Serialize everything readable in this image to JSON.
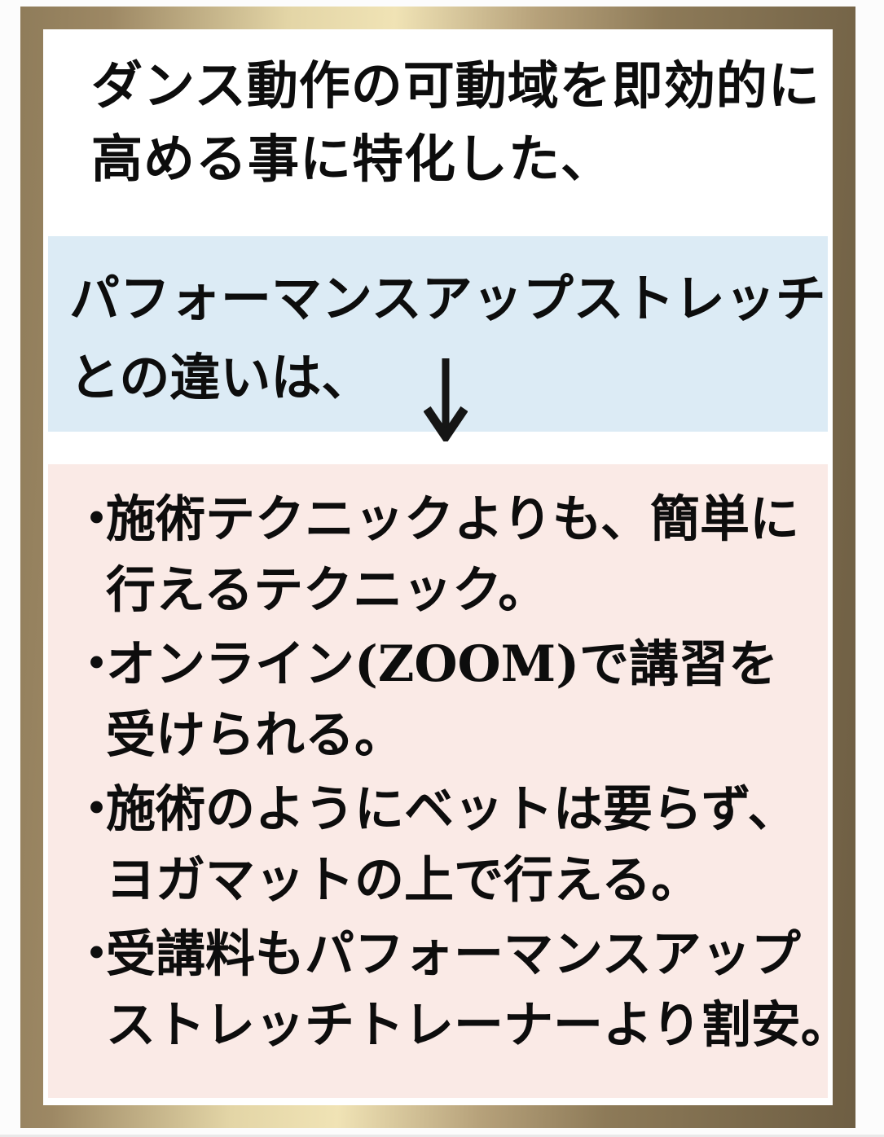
{
  "heading": {
    "line1": "ダンス動作の可動域を即効的に",
    "line2": "高める事に特化した、"
  },
  "highlight_box": {
    "line1": "パフォーマンスアップストレッチ",
    "line2": "との違いは、"
  },
  "arrow": {
    "name": "down-arrow",
    "color": "#151515"
  },
  "differences": {
    "bullet_char": "・",
    "items": [
      {
        "line1": "施術テクニックよりも、簡単に",
        "line2": "行えるテクニック。"
      },
      {
        "line1": "オンライン(ZOOM)で講習を",
        "line2": "受けられる。"
      },
      {
        "line1": "施術のようにベットは要らず、",
        "line2": "ヨガマットの上で行える。"
      },
      {
        "line1": "受講料もパフォーマンスアップ",
        "line2": "ストレッチトレーナーより割安。"
      }
    ]
  },
  "colors": {
    "text": "#0d0d0d",
    "heading_bg": "#ffffff",
    "highlight_bg": "#dcebf5",
    "differences_bg": "#faeae6",
    "outer_bg": "#fcfcfc",
    "frame_gold_dark": "#6e5e43",
    "frame_gold_mid": "#9d8864",
    "frame_gold_light": "#f0e3b5"
  }
}
